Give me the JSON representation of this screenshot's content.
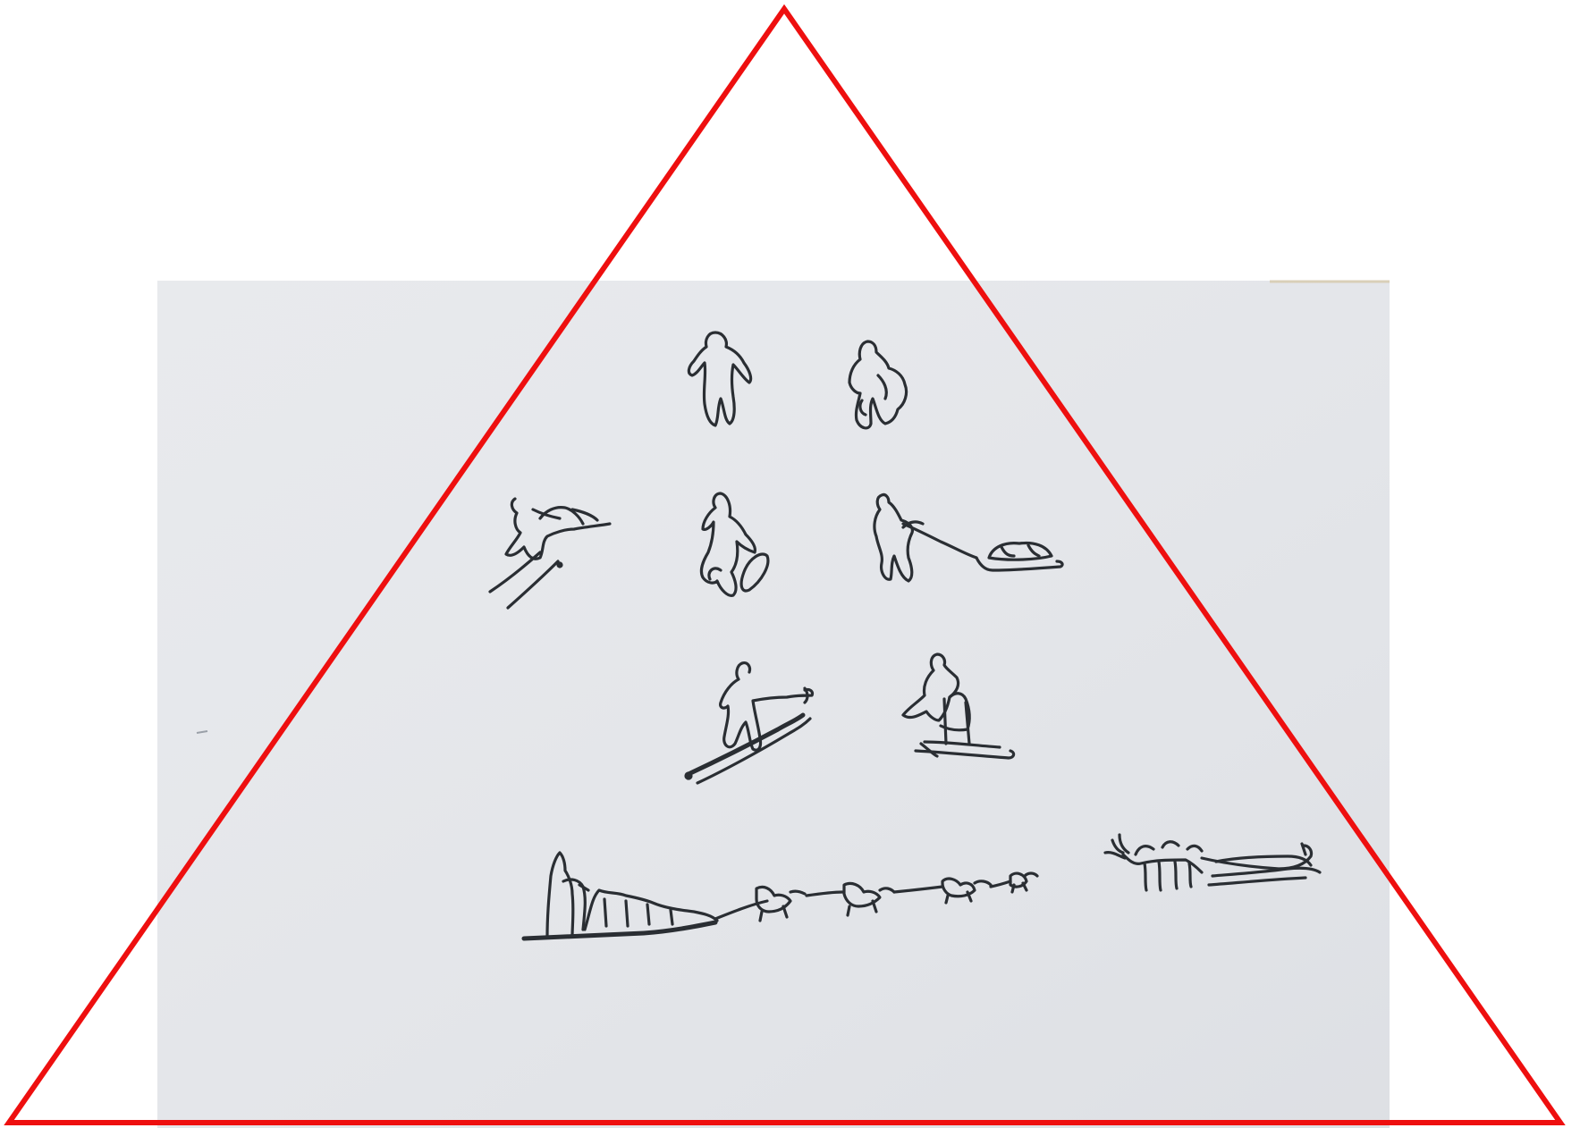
{
  "image": {
    "background_color": "#ffffff",
    "paper_color": "#e4e6ea",
    "paper_edge_color": "#d9cfb8",
    "ink_color": "#2a2e33",
    "frame_color": "#ee0f0f"
  },
  "sketches": [
    {
      "name": "standing-person",
      "row": 1
    },
    {
      "name": "person-with-backpack",
      "row": 1
    },
    {
      "name": "snowmobile-rider",
      "row": 2
    },
    {
      "name": "snowshoe-walker",
      "row": 2
    },
    {
      "name": "person-pulling-sled",
      "row": 2
    },
    {
      "name": "skier",
      "row": 3
    },
    {
      "name": "person-on-kick-sled",
      "row": 3
    },
    {
      "name": "dog-sled-team",
      "row": 4
    },
    {
      "name": "reindeer-sled",
      "row": 4
    }
  ]
}
